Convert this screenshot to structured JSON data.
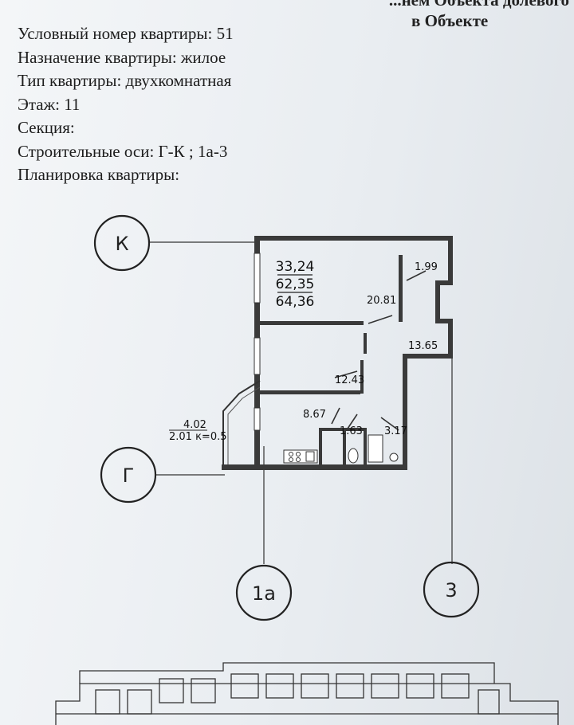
{
  "header": {
    "top_line": "...нем Объекта долевого",
    "sub_line": "в Объекте"
  },
  "info": {
    "line1": "Условный номер квартиры: 51",
    "line2": "Назначение квартиры: жилое",
    "line3": "Тип квартиры: двухкомнатная",
    "line4": "Этаж: 11",
    "line5": "Секция:",
    "line6": "Строительные оси: Г-К ; 1а-3",
    "line7": "Планировка квартиры:"
  },
  "plan": {
    "axes": {
      "k": "К",
      "g": "Г",
      "a1": "1а",
      "a3": "3"
    },
    "areas": {
      "living": "33,24",
      "total": "62,35",
      "total_with_balcony": "64,36",
      "room1": "20.81",
      "wc_small": "1.99",
      "hall": "13.65",
      "room2": "12.43",
      "kitchen": "8.67",
      "wc": "1.63",
      "bath": "3.17",
      "balcony": "4.02",
      "balcony_calc": "2.01 к=0.5"
    }
  }
}
